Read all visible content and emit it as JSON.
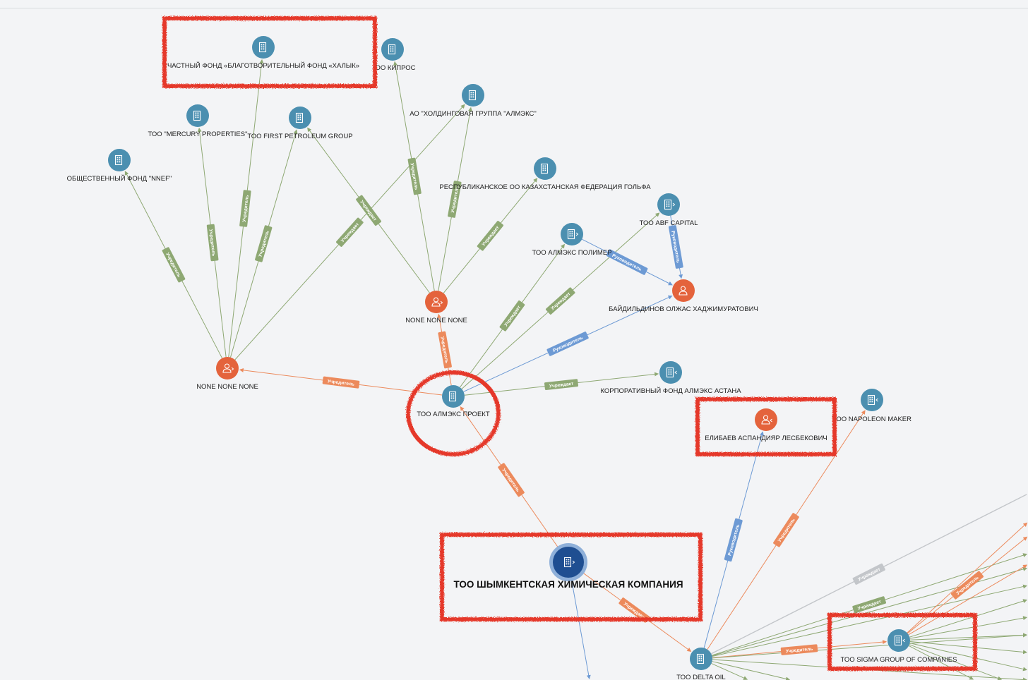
{
  "graph": {
    "colors": {
      "org": "#4b8fb0",
      "person": "#e4633c",
      "focus": "#1f4e91",
      "founder_edge": "#8ea873",
      "head_edge": "#6d9ad4",
      "orange_edge": "#ec8a5c",
      "gray_edge": "#c3c6ca",
      "highlight": "#e5392a"
    },
    "nodes": [
      {
        "id": "halyk",
        "label": "ЧАСТНЫЙ ФОНД «БЛАГОТВОРИТЕЛЬНЫЙ ФОНД «ХАЛЫК»",
        "type": "org",
        "icon": "building-icon"
      },
      {
        "id": "kipros",
        "label": "ОО КИПРОС",
        "type": "org",
        "icon": "building-icon"
      },
      {
        "id": "holding",
        "label": "АО \"ХОЛДИНГОВАЯ ГРУППА \"АЛМЭКС\"",
        "type": "org",
        "icon": "building-icon"
      },
      {
        "id": "mercury",
        "label": "ТОО \"MERCURY PROPERTIES\"",
        "type": "org",
        "icon": "building-icon"
      },
      {
        "id": "petroleum",
        "label": "ТОО FIRST PETROLEUM GROUP",
        "type": "org",
        "icon": "building-icon"
      },
      {
        "id": "nnef",
        "label": "ОБЩЕСТВЕННЫЙ ФОНД \"NNEF\"",
        "type": "org",
        "icon": "building-icon"
      },
      {
        "id": "golf",
        "label": "РЕСПУБЛИКАНСКОЕ ОО КАЗАХСТАНСКАЯ ФЕДЕРАЦИЯ ГОЛЬФА",
        "type": "org",
        "icon": "building-icon"
      },
      {
        "id": "abf",
        "label": "ТОО ABF CAPITAL",
        "type": "org",
        "icon": "building-expand-icon"
      },
      {
        "id": "polymer",
        "label": "ТОО АЛМЭКС ПОЛИМЕР",
        "type": "org",
        "icon": "building-expand-icon"
      },
      {
        "id": "baidildin",
        "label": "БАЙДИЛЬДИНОВ ОЛЖАС ХАДЖИМУРАТОВИЧ",
        "type": "person",
        "icon": "person-icon"
      },
      {
        "id": "none1",
        "label": "NONE NONE NONE",
        "type": "person",
        "icon": "person-expand-icon"
      },
      {
        "id": "none2",
        "label": "NONE NONE NONE",
        "type": "person",
        "icon": "person-expand-icon"
      },
      {
        "id": "proekt",
        "label": "ТОО АЛМЭКС ПРОЕКТ",
        "type": "org",
        "icon": "building-icon"
      },
      {
        "id": "corpfund",
        "label": "КОРПОРАТИВНЫЙ ФОНД АЛМЭКС АСТАНА",
        "type": "org",
        "icon": "building-collapse-icon"
      },
      {
        "id": "elibaev",
        "label": "ЕЛИБАЕВ АСПАНДИЯР ЛЕСБЕКОВИЧ",
        "type": "person",
        "icon": "person-collapse-icon"
      },
      {
        "id": "napoleon",
        "label": "ТОО NAPOLEON MAKER",
        "type": "org",
        "icon": "building-collapse-icon"
      },
      {
        "id": "shymkent",
        "label": "ТОО ШЫМКЕНТСКАЯ ХИМИЧЕСКАЯ КОМПАНИЯ",
        "type": "focus",
        "icon": "building-expand-icon"
      },
      {
        "id": "sigma",
        "label": "ТОО SIGMA GROUP OF COMPANIES",
        "type": "org",
        "icon": "building-collapse-icon"
      },
      {
        "id": "delta",
        "label": "ТОО DELTA OIL",
        "type": "org",
        "icon": "building-icon"
      }
    ],
    "edge_labels": {
      "founder": "Учредитель",
      "founds": "Учреждает",
      "head": "Руководитель"
    }
  }
}
